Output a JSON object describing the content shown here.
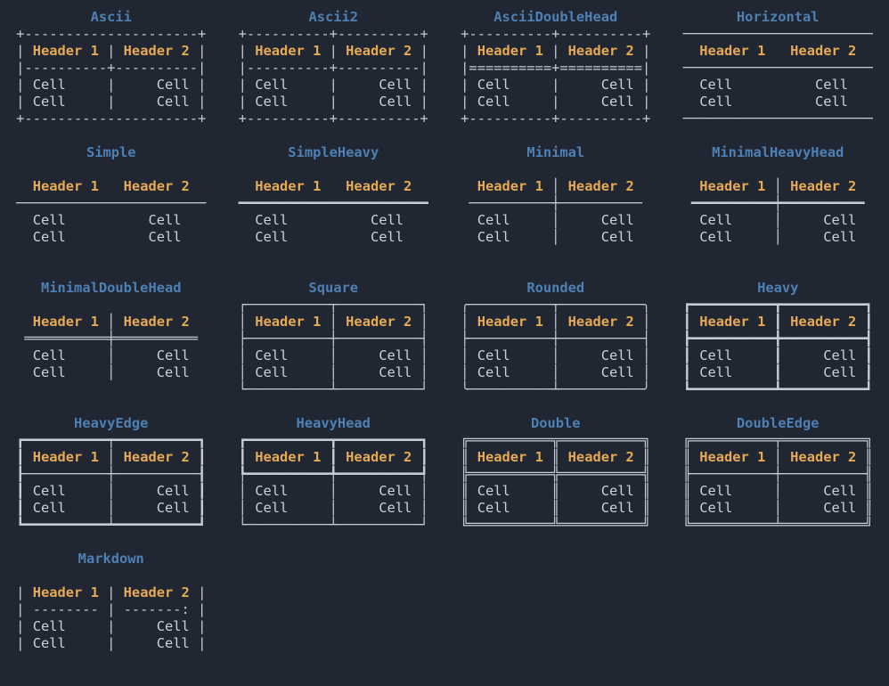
{
  "page": {
    "background_color": "#212633",
    "border_color": "#c7cbd1",
    "cell_text_color": "#cdd1d6",
    "header_text_color": "#e7aa54",
    "title_text_color": "#4e80b3"
  },
  "table_content": {
    "columns": [
      "Header 1",
      "Header 2"
    ],
    "rows": [
      [
        "Cell",
        "Cell"
      ],
      [
        "Cell",
        "Cell"
      ]
    ]
  },
  "tables": [
    {
      "title": "Ascii",
      "lines": [
        "+---------------------+",
        "| Header 1 | Header 2 |",
        "|----------+----------|",
        "| Cell     |     Cell |",
        "| Cell     |     Cell |",
        "+---------------------+"
      ]
    },
    {
      "title": "Ascii2",
      "lines": [
        "+----------+----------+",
        "| Header 1 | Header 2 |",
        "|----------+----------|",
        "| Cell     |     Cell |",
        "| Cell     |     Cell |",
        "+----------+----------+"
      ]
    },
    {
      "title": "AsciiDoubleHead",
      "lines": [
        "+----------+----------+",
        "| Header 1 | Header 2 |",
        "|==========+==========|",
        "| Cell     |     Cell |",
        "| Cell     |     Cell |",
        "+----------+----------+"
      ]
    },
    {
      "title": "Horizontal",
      "lines": [
        "───────────────────────",
        "  Header 1   Header 2  ",
        "───────────────────────",
        "  Cell          Cell   ",
        "  Cell          Cell   ",
        "───────────────────────"
      ]
    },
    {
      "title": "Simple",
      "lines": [
        "",
        "  Header 1   Header 2  ",
        "───────────────────────",
        "  Cell          Cell   ",
        "  Cell          Cell   ",
        ""
      ]
    },
    {
      "title": "SimpleHeavy",
      "lines": [
        "",
        "  Header 1   Header 2  ",
        "━━━━━━━━━━━━━━━━━━━━━━━",
        "  Cell          Cell   ",
        "  Cell          Cell   ",
        ""
      ]
    },
    {
      "title": "Minimal",
      "lines": [
        "",
        "  Header 1 │ Header 2  ",
        " ──────────┼────────── ",
        "  Cell     │     Cell  ",
        "  Cell     │     Cell  ",
        ""
      ]
    },
    {
      "title": "MinimalHeavyHead",
      "lines": [
        "",
        "  Header 1 │ Header 2  ",
        " ━━━━━━━━━━┿━━━━━━━━━━ ",
        "  Cell     │     Cell  ",
        "  Cell     │     Cell  ",
        ""
      ]
    },
    {
      "title": "MinimalDoubleHead",
      "lines": [
        "",
        "  Header 1 │ Header 2  ",
        " ══════════╪══════════ ",
        "  Cell     │     Cell  ",
        "  Cell     │     Cell  ",
        ""
      ]
    },
    {
      "title": "Square",
      "lines": [
        "┌──────────┬──────────┐",
        "│ Header 1 │ Header 2 │",
        "├──────────┼──────────┤",
        "│ Cell     │     Cell │",
        "│ Cell     │     Cell │",
        "└──────────┴──────────┘"
      ]
    },
    {
      "title": "Rounded",
      "lines": [
        "╭──────────┬──────────╮",
        "│ Header 1 │ Header 2 │",
        "├──────────┼──────────┤",
        "│ Cell     │     Cell │",
        "│ Cell     │     Cell │",
        "╰──────────┴──────────╯"
      ]
    },
    {
      "title": "Heavy",
      "lines": [
        "┏━━━━━━━━━━┳━━━━━━━━━━┓",
        "┃ Header 1 ┃ Header 2 ┃",
        "┣━━━━━━━━━━╋━━━━━━━━━━┫",
        "┃ Cell     ┃     Cell ┃",
        "┃ Cell     ┃     Cell ┃",
        "┗━━━━━━━━━━┻━━━━━━━━━━┛"
      ]
    },
    {
      "title": "HeavyEdge",
      "lines": [
        "┏━━━━━━━━━━┯━━━━━━━━━━┓",
        "┃ Header 1 │ Header 2 ┃",
        "┠──────────┼──────────┨",
        "┃ Cell     │     Cell ┃",
        "┃ Cell     │     Cell ┃",
        "┗━━━━━━━━━━┷━━━━━━━━━━┛"
      ]
    },
    {
      "title": "HeavyHead",
      "lines": [
        "┏━━━━━━━━━━┳━━━━━━━━━━┓",
        "┃ Header 1 ┃ Header 2 ┃",
        "┡━━━━━━━━━━╇━━━━━━━━━━┩",
        "│ Cell     │     Cell │",
        "│ Cell     │     Cell │",
        "└──────────┴──────────┘"
      ]
    },
    {
      "title": "Double",
      "lines": [
        "╔══════════╦══════════╗",
        "║ Header 1 ║ Header 2 ║",
        "╠══════════╬══════════╣",
        "║ Cell     ║     Cell ║",
        "║ Cell     ║     Cell ║",
        "╚══════════╩══════════╝"
      ]
    },
    {
      "title": "DoubleEdge",
      "lines": [
        "╔══════════╤══════════╗",
        "║ Header 1 │ Header 2 ║",
        "╟──────────┼──────────╢",
        "║ Cell     │     Cell ║",
        "║ Cell     │     Cell ║",
        "╚══════════╧══════════╝"
      ]
    },
    {
      "title": "Markdown",
      "lines": [
        "",
        "| Header 1 | Header 2 |",
        "| -------- | -------: |",
        "| Cell     |     Cell |",
        "| Cell     |     Cell |"
      ]
    }
  ]
}
